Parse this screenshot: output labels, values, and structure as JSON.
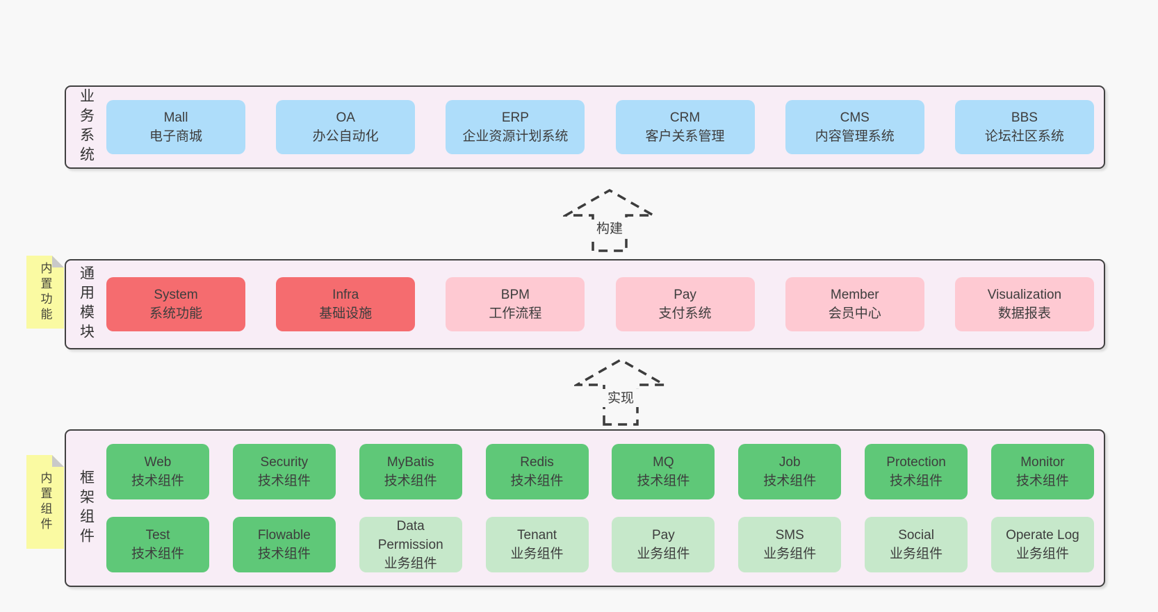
{
  "colors": {
    "page_bg": "#f8f8f8",
    "band_bg": "#f8edf6",
    "band_border": "#414141",
    "box_blue": "#aeddfa",
    "box_red": "#f56c6f",
    "box_pink": "#fec9d2",
    "box_green": "#5fc878",
    "box_light_green": "#c6e8ca",
    "sticky_yellow": "#fafaa2",
    "sticky_fold": "#c9c9c9",
    "text_dark": "#3d3d3d"
  },
  "business_layer": {
    "side_label": "业务系统",
    "systems": [
      {
        "title": "Mall",
        "subtitle": "电子商城"
      },
      {
        "title": "OA",
        "subtitle": "办公自动化"
      },
      {
        "title": "ERP",
        "subtitle": "企业资源计划系统"
      },
      {
        "title": "CRM",
        "subtitle": "客户关系管理"
      },
      {
        "title": "CMS",
        "subtitle": "内容管理系统"
      },
      {
        "title": "BBS",
        "subtitle": "论坛社区系统"
      }
    ]
  },
  "module_layer": {
    "side_label": "通用模块",
    "sticky_note": "内置功能",
    "modules": [
      {
        "title": "System",
        "subtitle": "系统功能"
      },
      {
        "title": "Infra",
        "subtitle": "基础设施"
      },
      {
        "title": "BPM",
        "subtitle": "工作流程"
      },
      {
        "title": "Pay",
        "subtitle": "支付系统"
      },
      {
        "title": "Member",
        "subtitle": "会员中心"
      },
      {
        "title": "Visualization",
        "subtitle": "数据报表"
      }
    ]
  },
  "component_layer": {
    "side_label": "框架组件",
    "sticky_note": "内置组件",
    "tech_row": [
      {
        "title": "Web",
        "subtitle": "技术组件"
      },
      {
        "title": "Security",
        "subtitle": "技术组件"
      },
      {
        "title": "MyBatis",
        "subtitle": "技术组件"
      },
      {
        "title": "Redis",
        "subtitle": "技术组件"
      },
      {
        "title": "MQ",
        "subtitle": "技术组件"
      },
      {
        "title": "Job",
        "subtitle": "技术组件"
      },
      {
        "title": "Protection",
        "subtitle": "技术组件"
      },
      {
        "title": "Monitor",
        "subtitle": "技术组件"
      }
    ],
    "biz_row": [
      {
        "title": "Test",
        "subtitle": "技术组件"
      },
      {
        "title": "Flowable",
        "subtitle": "技术组件"
      },
      {
        "title": "Data Permission",
        "subtitle": "业务组件"
      },
      {
        "title": "Tenant",
        "subtitle": "业务组件"
      },
      {
        "title": "Pay",
        "subtitle": "业务组件"
      },
      {
        "title": "SMS",
        "subtitle": "业务组件"
      },
      {
        "title": "Social",
        "subtitle": "业务组件"
      },
      {
        "title": "Operate Log",
        "subtitle": "业务组件"
      }
    ]
  },
  "arrows": {
    "build": "构建",
    "implement": "实现"
  }
}
